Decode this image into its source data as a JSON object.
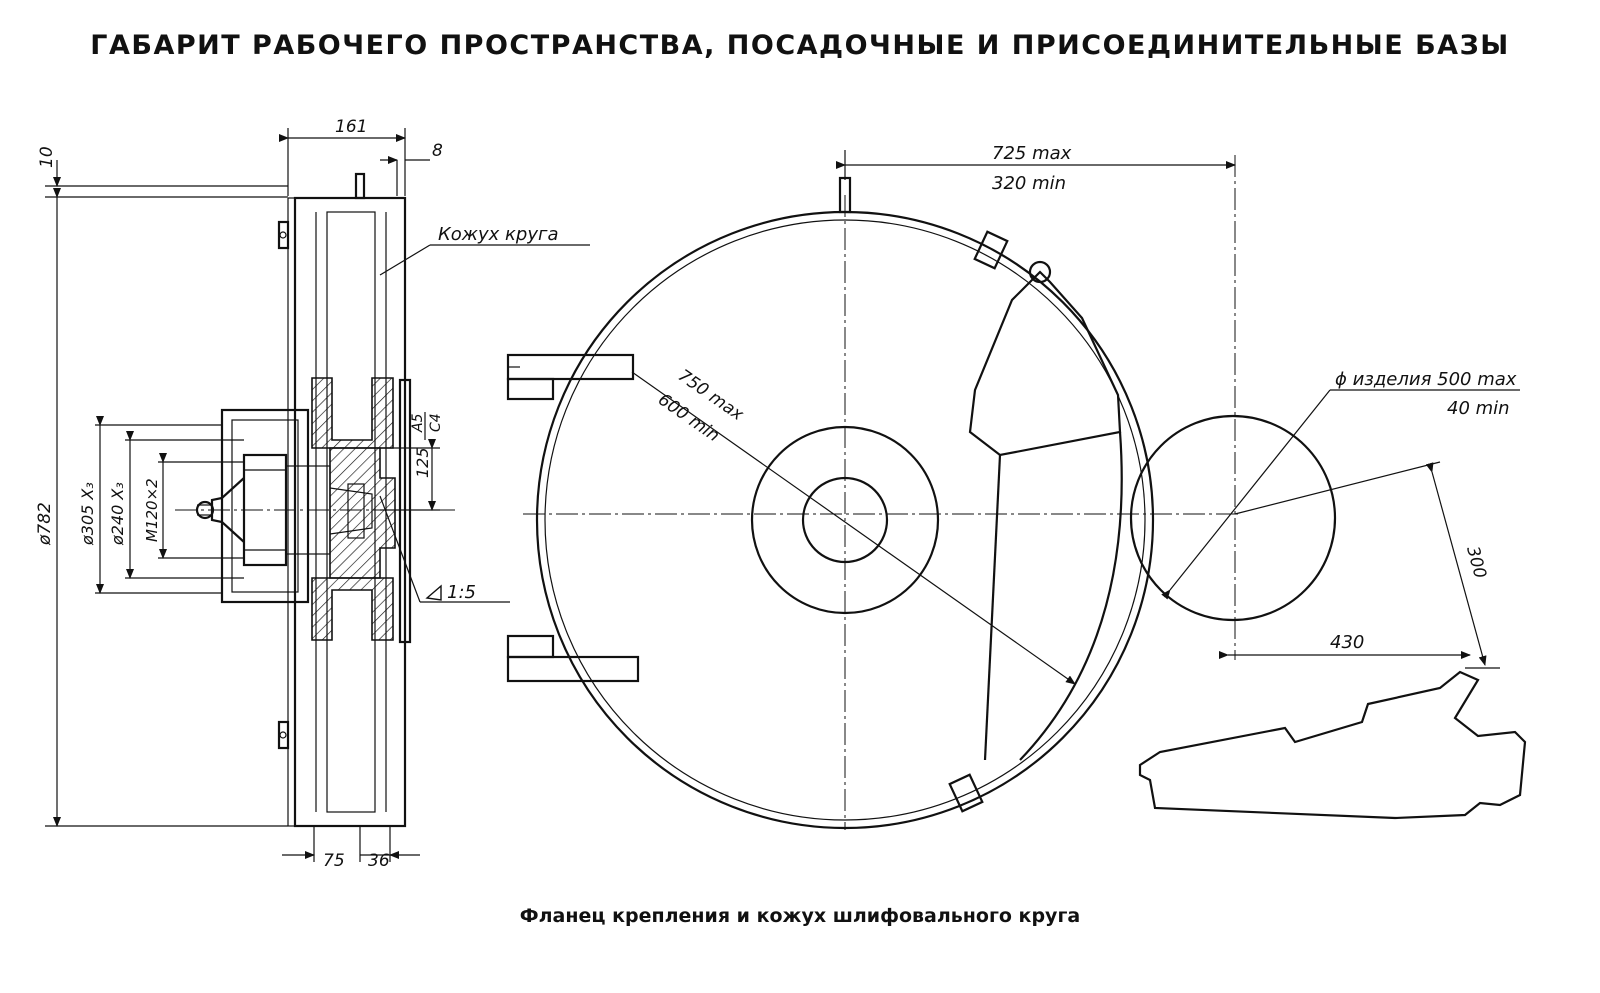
{
  "title": "ГАБАРИТ РАБОЧЕГО ПРОСТРАНСТВА, ПОСАДОЧНЫЕ И ПРИСОЕДИНИТЕЛЬНЫЕ БАЗЫ",
  "caption": "Фланец крепления и кожух шлифовального круга",
  "side_view": {
    "dim_width_top": "161",
    "dim_offset_top": "8",
    "dim_offset_left": "10",
    "dim_diameter_total": "ø782",
    "label_guard": "Кожух круга",
    "dim_d305": "ø305 X₃",
    "dim_d240": "ø240 X₃",
    "dim_thread": "M120×2",
    "dim_height": "125",
    "fit_upper": "A5",
    "fit_lower": "C4",
    "taper": "1:5",
    "dim_bottom_a": "75",
    "dim_bottom_b": "36"
  },
  "front_view": {
    "dim_center_max": "725 max",
    "dim_center_min": "320 min",
    "dim_wheel_max": "750 max",
    "dim_wheel_min": "600 min",
    "dim_part_max": "ϕ изделия 500 max",
    "dim_part_min": "40 min",
    "dim_vertical": "300",
    "dim_horizontal": "430"
  }
}
